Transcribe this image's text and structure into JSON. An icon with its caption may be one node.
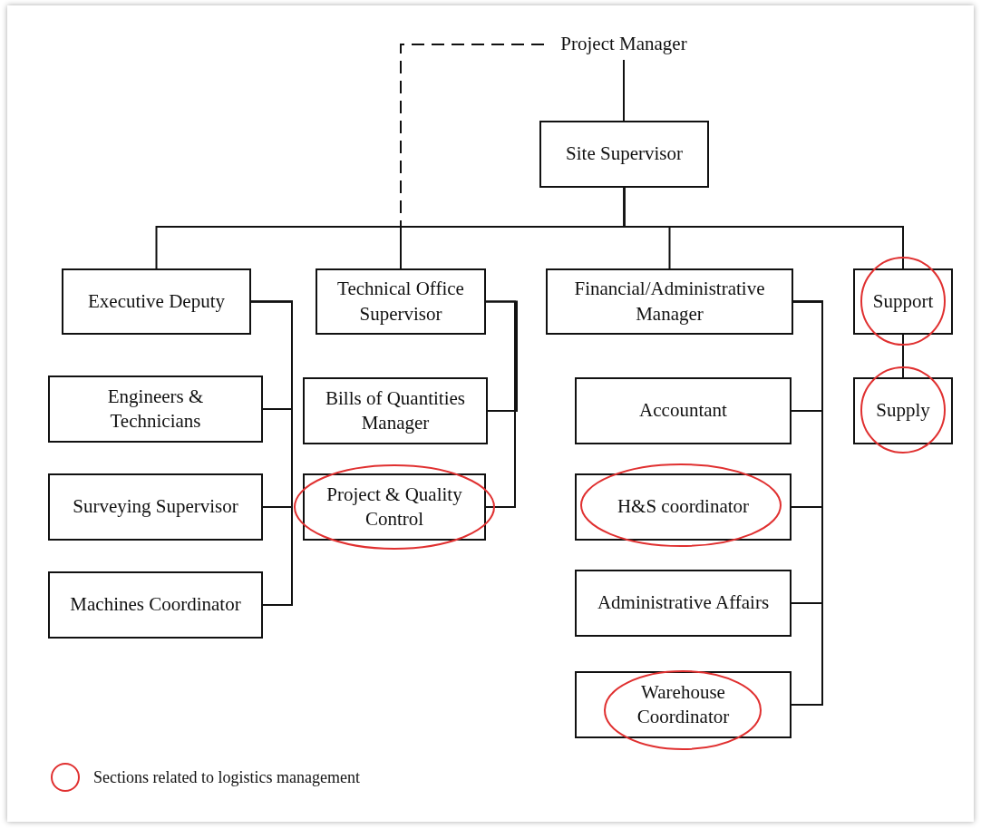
{
  "diagram": {
    "nodes": [
      {
        "text": [
          "Project Manager"
        ]
      },
      {
        "text": [
          "Site Supervisor"
        ]
      },
      {
        "text": [
          "Executive Deputy"
        ]
      },
      {
        "text": [
          "Technical Office Supervisor"
        ]
      },
      {
        "text": [
          "Financial/Administrative Manager"
        ]
      },
      {
        "text": [
          "Support"
        ]
      },
      {
        "text": [
          "Engineers & Technicians"
        ]
      },
      {
        "text": [
          "Surveying Supervisor"
        ]
      },
      {
        "text": [
          "Machines Coordinator"
        ]
      },
      {
        "text": [
          "Bills of Quantities Manager"
        ]
      },
      {
        "text": [
          "Project & Quality Control"
        ]
      },
      {
        "text": [
          "Accountant"
        ]
      },
      {
        "text": [
          "H&S coordinator"
        ]
      },
      {
        "text": [
          "Administrative Affairs"
        ]
      },
      {
        "text": [
          "Warehouse Coordinator"
        ]
      },
      {
        "text": [
          "Supply"
        ]
      }
    ],
    "edges": [
      {
        "from": 0,
        "to": 1,
        "arrow": "none"
      },
      {
        "from": 0,
        "to": 3,
        "arrow": "none",
        "style": "dashed"
      },
      {
        "from": 1,
        "to": 2,
        "arrow": "none"
      },
      {
        "from": 1,
        "to": 3,
        "arrow": "none"
      },
      {
        "from": 1,
        "to": 4,
        "arrow": "none"
      },
      {
        "from": 1,
        "to": 5,
        "arrow": "none"
      },
      {
        "from": 2,
        "to": 6,
        "arrow": "none"
      },
      {
        "from": 2,
        "to": 7,
        "arrow": "none"
      },
      {
        "from": 2,
        "to": 8,
        "arrow": "none"
      },
      {
        "from": 3,
        "to": 9,
        "arrow": "none"
      },
      {
        "from": 3,
        "to": 10,
        "arrow": "none"
      },
      {
        "from": 4,
        "to": 11,
        "arrow": "none"
      },
      {
        "from": 4,
        "to": 12,
        "arrow": "none"
      },
      {
        "from": 4,
        "to": 13,
        "arrow": "none"
      },
      {
        "from": 4,
        "to": 14,
        "arrow": "none"
      },
      {
        "from": 5,
        "to": 15,
        "arrow": "none"
      }
    ],
    "legend": [
      {
        "text": "Sections related to logistics management"
      }
    ]
  }
}
